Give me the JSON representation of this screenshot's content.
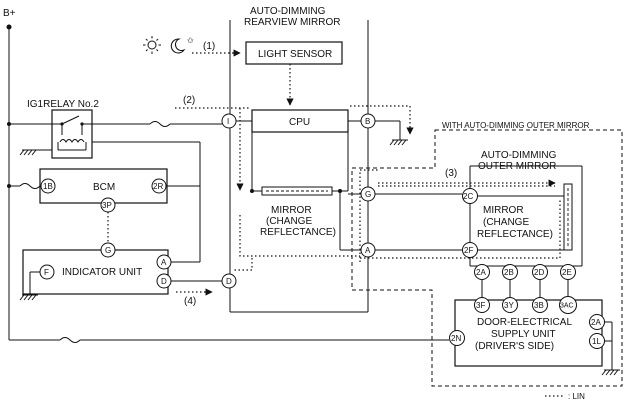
{
  "power": {
    "label": "B+"
  },
  "relay": {
    "label": "IG1RELAY No.2"
  },
  "bcm": {
    "label": "BCM",
    "pins": [
      "1B",
      "2R",
      "3P"
    ]
  },
  "indicator_unit": {
    "label": "INDICATOR UNIT",
    "pins": [
      "G",
      "F",
      "A",
      "D"
    ]
  },
  "inner_mirror": {
    "title_line1": "AUTO-DIMMING",
    "title_line2": "REARVIEW MIRROR",
    "light_sensor": "LIGHT SENSOR",
    "cpu": "CPU",
    "mirror_line1": "MIRROR",
    "mirror_line2": "(CHANGE",
    "mirror_line3": "REFLECTANCE)",
    "pins": [
      "I",
      "B",
      "G",
      "A",
      "D"
    ]
  },
  "outer_section": {
    "label": "WITH AUTO-DIMMING OUTER MIRROR"
  },
  "outer_mirror": {
    "title_line1": "AUTO-DIMMING",
    "title_line2": "OUTER MIRROR",
    "mirror_line1": "MIRROR",
    "mirror_line2": "(CHANGE",
    "mirror_line3": "REFLECTANCE)",
    "pins": [
      "2C",
      "2F",
      "2A",
      "2B",
      "2D",
      "2E"
    ]
  },
  "door_unit": {
    "line1": "DOOR-ELECTRICAL",
    "line2": "SUPPLY UNIT",
    "line3": "(DRIVER'S SIDE)",
    "pins": [
      "3F",
      "3Y",
      "3B",
      "3AC",
      "2N",
      "2A",
      "1L"
    ]
  },
  "callouts": [
    "(1)",
    "(2)",
    "(3)",
    "(4)"
  ],
  "legend": {
    "text": ": LIN"
  },
  "icons": [
    "sun-icon",
    "moon-icon",
    "star-icon",
    "ground-icon",
    "fuse-icon",
    "relay-coil-icon",
    "relay-switch-icon"
  ]
}
